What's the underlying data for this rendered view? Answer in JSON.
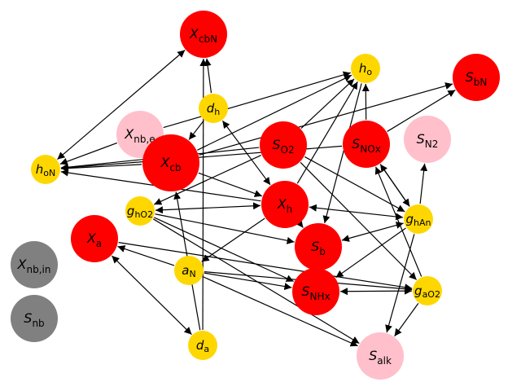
{
  "colors": {
    "red": "#ff0000",
    "gold": "#ffd700",
    "pink": "#ffc0cb",
    "gray": "#808080",
    "edge": "#000000",
    "background": "#ffffff"
  },
  "nodes": [
    {
      "id": "XcbN",
      "var": "X",
      "sub": "cbN",
      "kind": "red"
    },
    {
      "id": "ho",
      "var": "h",
      "sub": "o",
      "kind": "gold"
    },
    {
      "id": "SbN",
      "var": "S",
      "sub": "bN",
      "kind": "red"
    },
    {
      "id": "dh",
      "var": "d",
      "sub": "h",
      "kind": "gold"
    },
    {
      "id": "Xnbe",
      "var": "X",
      "sub": "nb,e",
      "kind": "pink"
    },
    {
      "id": "SO2",
      "var": "S",
      "sub": "O2",
      "kind": "red"
    },
    {
      "id": "SNOx",
      "var": "S",
      "sub": "NOx",
      "kind": "red"
    },
    {
      "id": "SN2",
      "var": "S",
      "sub": "N2",
      "kind": "pink"
    },
    {
      "id": "hoN",
      "var": "h",
      "sub": "oN",
      "kind": "gold"
    },
    {
      "id": "Xcb",
      "var": "X",
      "sub": "cb",
      "kind": "red"
    },
    {
      "id": "Xh",
      "var": "X",
      "sub": "h",
      "kind": "red"
    },
    {
      "id": "ghO2",
      "var": "g",
      "sub": "hO2",
      "kind": "gold"
    },
    {
      "id": "ghAn",
      "var": "g",
      "sub": "hAn",
      "kind": "gold"
    },
    {
      "id": "Xa",
      "var": "X",
      "sub": "a",
      "kind": "red"
    },
    {
      "id": "Sb",
      "var": "S",
      "sub": "b",
      "kind": "red"
    },
    {
      "id": "Xnbin",
      "var": "X",
      "sub": "nb,in",
      "kind": "gray"
    },
    {
      "id": "aN",
      "var": "a",
      "sub": "N",
      "kind": "gold"
    },
    {
      "id": "SNHx",
      "var": "S",
      "sub": "NHx",
      "kind": "red"
    },
    {
      "id": "gaO2",
      "var": "g",
      "sub": "aO2",
      "kind": "gold"
    },
    {
      "id": "Snb",
      "var": "S",
      "sub": "nb",
      "kind": "gray"
    },
    {
      "id": "da",
      "var": "d",
      "sub": "a",
      "kind": "gold"
    },
    {
      "id": "Salk",
      "var": "S",
      "sub": "alk",
      "kind": "pink"
    }
  ],
  "edges": [
    [
      "hoN",
      "XcbN",
      "both"
    ],
    [
      "dh",
      "XcbN",
      "to"
    ],
    [
      "da",
      "XcbN",
      "to"
    ],
    [
      "dh",
      "Xcb",
      "to"
    ],
    [
      "dh",
      "Xh",
      "both"
    ],
    [
      "da",
      "Xcb",
      "to"
    ],
    [
      "Xcb",
      "hoN",
      "to"
    ],
    [
      "Xnbe",
      "hoN",
      "to"
    ],
    [
      "SO2",
      "hoN",
      "to"
    ],
    [
      "SNOx",
      "hoN",
      "to"
    ],
    [
      "ho",
      "Xnbe",
      "from"
    ],
    [
      "ho",
      "Xcb",
      "from"
    ],
    [
      "SbN",
      "Xcb",
      "from"
    ],
    [
      "ho",
      "SO2",
      "from"
    ],
    [
      "ho",
      "SNOx",
      "from"
    ],
    [
      "SNOx",
      "SbN",
      "to"
    ],
    [
      "ghAn",
      "SN2",
      "to"
    ],
    [
      "ghAn",
      "SNOx",
      "to"
    ],
    [
      "gaO2",
      "SNOx",
      "to"
    ],
    [
      "SO2",
      "gaO2",
      "to"
    ],
    [
      "SO2",
      "ghAn",
      "to"
    ],
    [
      "SO2",
      "ghO2",
      "to"
    ],
    [
      "ghO2",
      "Xh",
      "both"
    ],
    [
      "ghO2",
      "Sb",
      "to"
    ],
    [
      "ghO2",
      "SNHx",
      "to"
    ],
    [
      "ghO2",
      "Salk",
      "to"
    ],
    [
      "ghAn",
      "Xh",
      "both"
    ],
    [
      "ghAn",
      "Sb",
      "both"
    ],
    [
      "ghAn",
      "SNHx",
      "to"
    ],
    [
      "ghAn",
      "Salk",
      "to"
    ],
    [
      "Xh",
      "hoN",
      "to"
    ],
    [
      "Xh",
      "Sb",
      "to"
    ],
    [
      "Xh",
      "ho",
      "to"
    ],
    [
      "Xcb",
      "Xh",
      "to"
    ],
    [
      "aN",
      "Xh",
      "from"
    ],
    [
      "Xa",
      "aN",
      "from"
    ],
    [
      "Xa",
      "da",
      "both"
    ],
    [
      "Xa",
      "gaO2",
      "to"
    ],
    [
      "aN",
      "SNHx",
      "to"
    ],
    [
      "aN",
      "Salk",
      "to"
    ],
    [
      "aN",
      "gaO2",
      "to"
    ],
    [
      "gaO2",
      "SNHx",
      "both"
    ],
    [
      "gaO2",
      "Salk",
      "to"
    ],
    [
      "ho",
      "Sb",
      "to"
    ],
    [
      "SNOx",
      "ghAn",
      "to"
    ]
  ]
}
